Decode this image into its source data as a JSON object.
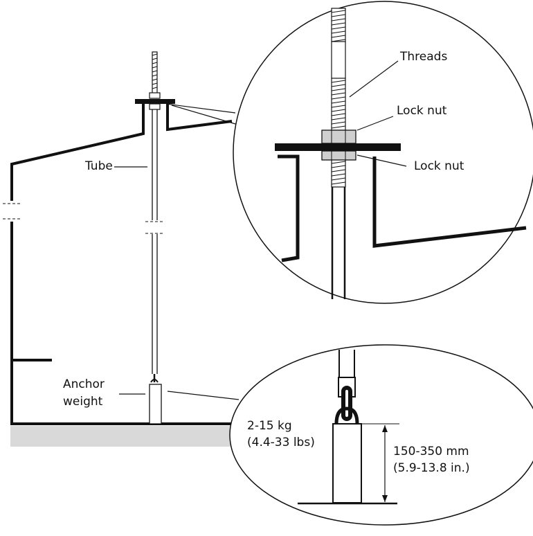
{
  "labels": {
    "threads": "Threads",
    "lock_nut_upper": "Lock nut",
    "lock_nut_lower": "Lock nut",
    "tube": "Tube",
    "anchor_weight_line1": "Anchor",
    "anchor_weight_line2": "weight",
    "weight_line1": "2-15 kg",
    "weight_line2": "(4.4-33 lbs)",
    "length_line1": "150-350 mm",
    "length_line2": "(5.9-13.8 in.)"
  },
  "colors": {
    "line": "#111111",
    "ground": "#d9d9d9",
    "nut_fill": "#cfcfcf"
  }
}
